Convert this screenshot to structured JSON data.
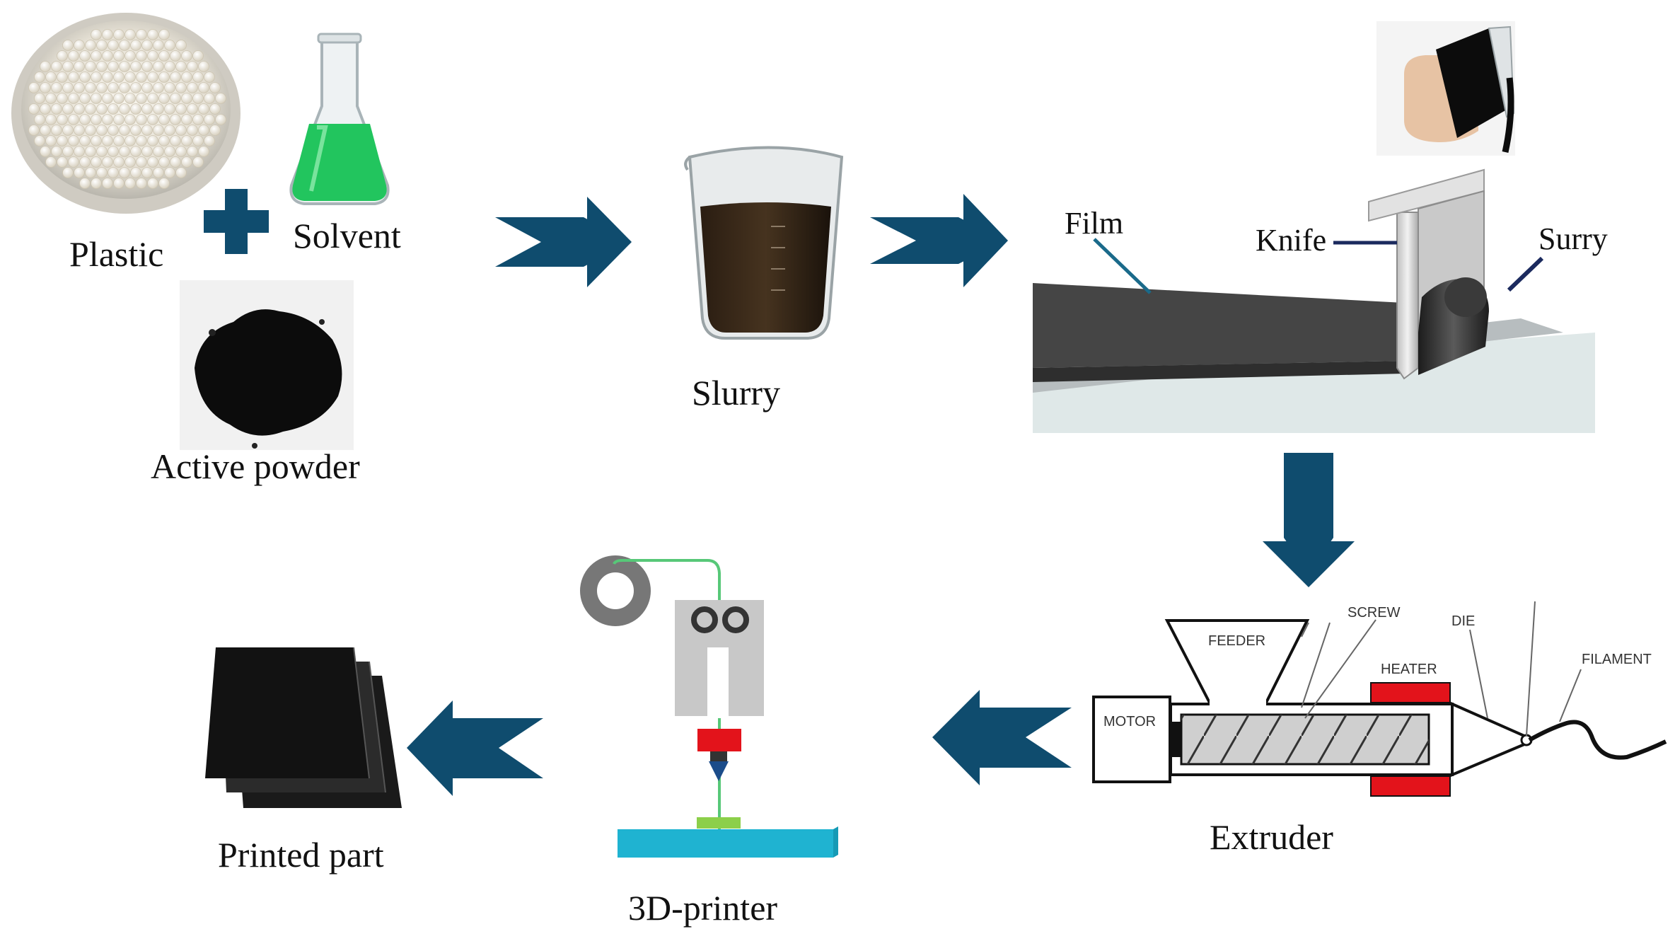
{
  "labels": {
    "plastic": "Plastic",
    "solvent": "Solvent",
    "active_powder": "Active powder",
    "slurry": "Slurry",
    "film": "Film",
    "knife": "Knife",
    "surry": "Surry",
    "extruder": "Extruder",
    "printer": "3D-printer",
    "printed_part": "Printed part"
  },
  "extruder_parts": {
    "motor": "MOTOR",
    "feeder": "FEEDER",
    "screw": "SCREW",
    "heater": "HEATER",
    "die": "DIE",
    "filament": "FILAMENT"
  },
  "colors": {
    "arrow": "#0f4c6e",
    "solvent_green": "#22c55e",
    "heater_red": "#e3131b",
    "bed_cyan": "#1fb3d1",
    "filament_green": "#57c878",
    "leader_navy": "#1b2a5e",
    "leader_teal": "#1a6a8a"
  }
}
